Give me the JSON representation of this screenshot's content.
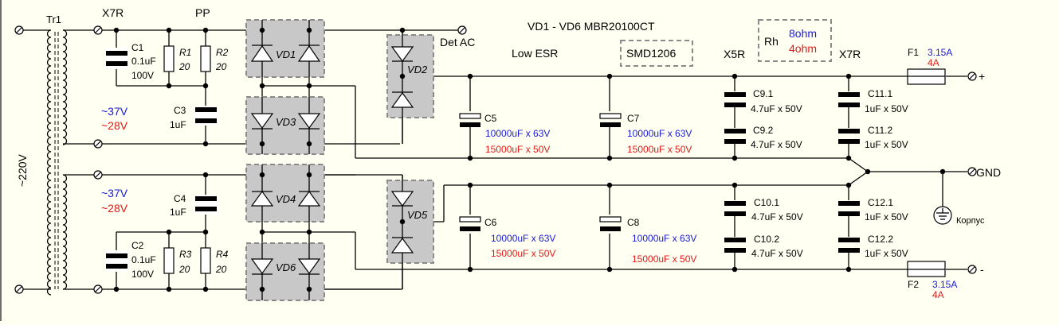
{
  "title": "VD1 - VD6 MBR20100CT",
  "transformer": {
    "label": "Tr1",
    "primary_voltage": "~220V"
  },
  "dielectric_labels": {
    "x7r_left": "X7R",
    "pp": "PP",
    "x5r": "X5R",
    "x7r_right": "X7R"
  },
  "secondaries": [
    {
      "voltage_blue": "~37V",
      "voltage_red": "~28V"
    },
    {
      "voltage_blue": "~37V",
      "voltage_red": "~28V"
    }
  ],
  "snubber_caps": [
    {
      "ref": "C1",
      "value": "0.1uF",
      "voltage": "100V"
    },
    {
      "ref": "C2",
      "value": "0.1uF",
      "voltage": "100V"
    },
    {
      "ref": "C3",
      "value": "1uF"
    },
    {
      "ref": "C4",
      "value": "1uF"
    }
  ],
  "resistors": [
    {
      "ref": "R1",
      "value": "20"
    },
    {
      "ref": "R2",
      "value": "20"
    },
    {
      "ref": "R3",
      "value": "20"
    },
    {
      "ref": "R4",
      "value": "20"
    }
  ],
  "diodes": [
    "VD1",
    "VD2",
    "VD3",
    "VD4",
    "VD5",
    "VD6"
  ],
  "det_ac": "Det AC",
  "low_esr": "Low ESR",
  "smd_package": "SMD1206",
  "rh": {
    "label": "Rh",
    "blue": "8ohm",
    "red": "4ohm"
  },
  "bulk_caps": [
    {
      "ref": "C5",
      "blue": "10000uF x 63V",
      "red": "15000uF x 50V"
    },
    {
      "ref": "C6",
      "blue": "10000uF x 63V",
      "red": "15000uF x 50V"
    },
    {
      "ref": "C7",
      "blue": "10000uF x 63V",
      "red": "15000uF x 50V"
    },
    {
      "ref": "C8",
      "blue": "10000uF x 63V",
      "red": "15000uF x 50V"
    }
  ],
  "ceramic_caps": [
    {
      "ref": "C9.1",
      "value": "4.7uF x 50V"
    },
    {
      "ref": "C9.2",
      "value": "4.7uF x 50V"
    },
    {
      "ref": "C10.1",
      "value": "4.7uF x 50V"
    },
    {
      "ref": "C10.2",
      "value": "4.7uF x 50V"
    },
    {
      "ref": "C11.1",
      "value": "1uF x 50V"
    },
    {
      "ref": "C11.2",
      "value": "1uF x 50V"
    },
    {
      "ref": "C12.1",
      "value": "1uF x 50V"
    },
    {
      "ref": "C12.2",
      "value": "1uF x 50V"
    }
  ],
  "fuses": [
    {
      "ref": "F1",
      "blue": "3.15A",
      "red": "4A"
    },
    {
      "ref": "F2",
      "blue": "3.15A",
      "red": "4A"
    }
  ],
  "outputs": {
    "plus": "+",
    "gnd": "GND",
    "minus": "-"
  },
  "chassis": "Корпус"
}
